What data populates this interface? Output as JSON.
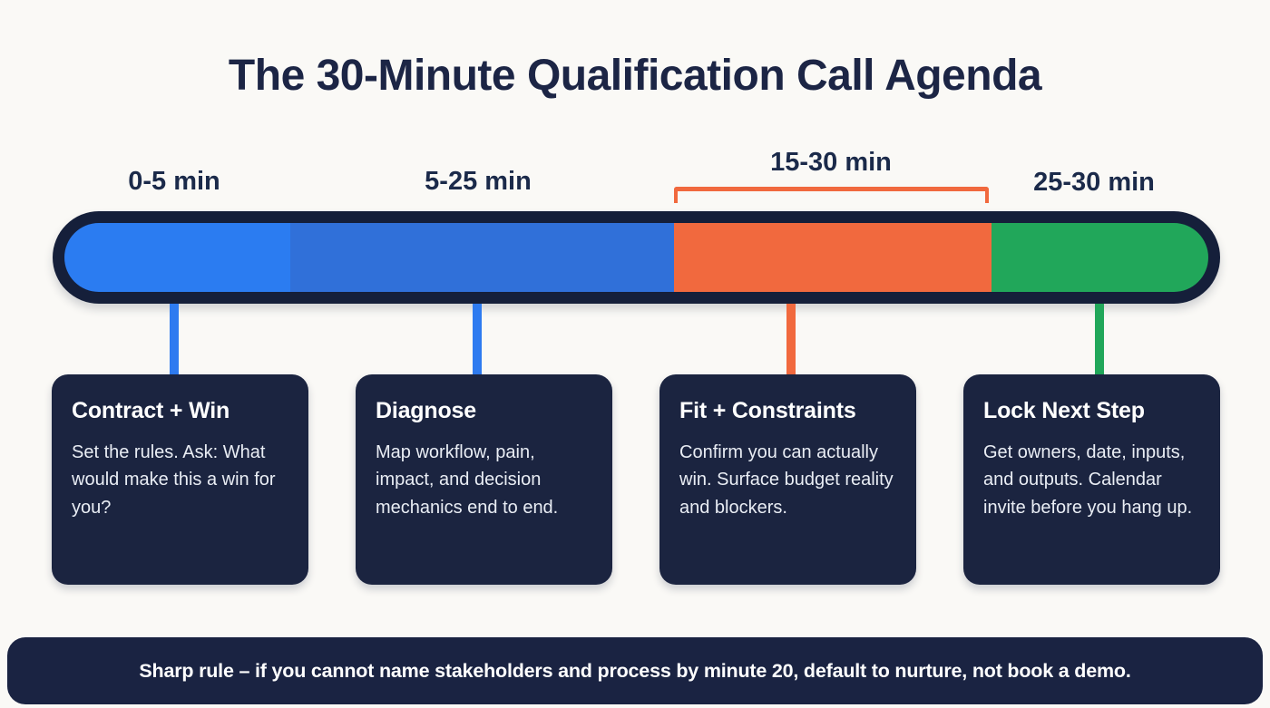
{
  "title": "The 30-Minute Qualification Call Agenda",
  "palette": {
    "background": "#faf9f6",
    "navy_outline": "#151f3a",
    "card_background": "#1b2440",
    "bright_blue": "#2b7cf1",
    "deep_blue": "#3070d9",
    "orange": "#f1693e",
    "green": "#21a75a",
    "heading_text": "#1c2545",
    "label_text": "#1b2a4a",
    "card_body_text": "#e9edf4",
    "footer_background": "#1a2342"
  },
  "timeline": {
    "type": "timeline-bar",
    "total_minutes": 30,
    "phase_labels": [
      "0-5 min",
      "5-25 min",
      "15-30 min",
      "25-30 min"
    ],
    "bracket": {
      "label": "15-30 min",
      "color": "#f1693e"
    },
    "segments": [
      {
        "label": "0-5 min",
        "color": "#2b7cf1"
      },
      {
        "label": "5-25 min",
        "color": "#3070d9"
      },
      {
        "label": "15-30 min",
        "color": "#f1693e"
      },
      {
        "label": "25-30 min",
        "color": "#21a75a"
      }
    ]
  },
  "cards": [
    {
      "title": "Contract + Win",
      "body": "Set the rules. Ask: What would make this a win for you?",
      "accent": "#2e7bf0"
    },
    {
      "title": "Diagnose",
      "body": "Map workflow, pain, impact, and decision mechanics end to end.",
      "accent": "#2e7bf0"
    },
    {
      "title": "Fit + Constraints",
      "body": "Confirm you can actually win. Surface budget reality and blockers.",
      "accent": "#f1693e"
    },
    {
      "title": "Lock Next Step",
      "body": "Get owners, date, inputs, and outputs. Calendar invite before you hang up.",
      "accent": "#21a75a"
    }
  ],
  "footer": {
    "text": "Sharp rule – if you cannot name stakeholders and process by minute 20, default to nurture, not book a demo."
  }
}
